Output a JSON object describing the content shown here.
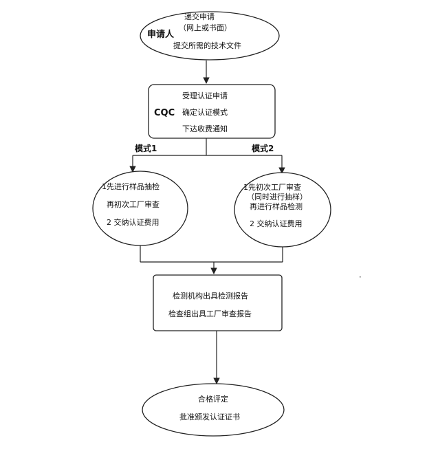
{
  "applicant": {
    "label": "申请人",
    "line1": "递交申请",
    "line2": "（网上或书面）",
    "line3": "提交所需的技术文件"
  },
  "cqc": {
    "label": "CQC",
    "line1": "受理认证申请",
    "line2": "确定认证模式",
    "line3": "下达收费通知"
  },
  "mode1": {
    "label": "模式1",
    "line1": "1先进行样品抽检",
    "line2": "再初次工厂审查",
    "line3": "2 交纳认证费用"
  },
  "mode2": {
    "label": "模式2",
    "line1": "1先初次工厂审查",
    "line2": "（同时进行抽样）",
    "line3": "再进行样品检测",
    "line4": "2 交纳认证费用"
  },
  "reports": {
    "line1": "检测机构出具检测报告",
    "line2": "检查组出具工厂审查报告"
  },
  "final": {
    "line1": "合格评定",
    "line2": "批准颁发认证证书"
  }
}
